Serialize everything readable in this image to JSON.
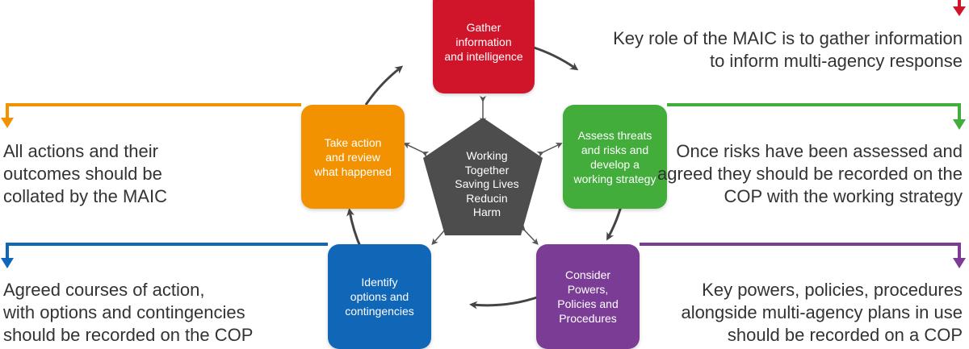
{
  "steps": {
    "gather": {
      "label": "Gather\ninformation\nand intelligence",
      "color": "#d0142a"
    },
    "assess": {
      "label": "Assess threats\nand risks and\ndevelop a\nworking strategy",
      "color": "#43ad3c"
    },
    "consider": {
      "label": "Consider\nPowers,\nPolicies and\nProcedures",
      "color": "#7b3c96"
    },
    "identify": {
      "label": "Identify\noptions and\ncontingencies",
      "color": "#1167b7"
    },
    "action": {
      "label": "Take action\nand review\nwhat happened",
      "color": "#f29200"
    }
  },
  "center": {
    "label": "Working\nTogether\nSaving Lives\nReducin\nHarm",
    "color": "#4d4d4d"
  },
  "notes": {
    "gather": "Key role of the MAIC is to gather information\nto inform multi-agency response",
    "assess": "Once risks have been assessed and\nagreed they should be recorded on the\nCOP with the working strategy",
    "consider": "Key powers, policies, procedures\nalongside multi-agency plans in use\nshould be recorded on a COP",
    "identify": "Agreed courses of action,\nwith options and contingencies\nshould be recorded on the COP",
    "action": "All actions and their\noutcomes should be\ncollated by the MAIC"
  }
}
